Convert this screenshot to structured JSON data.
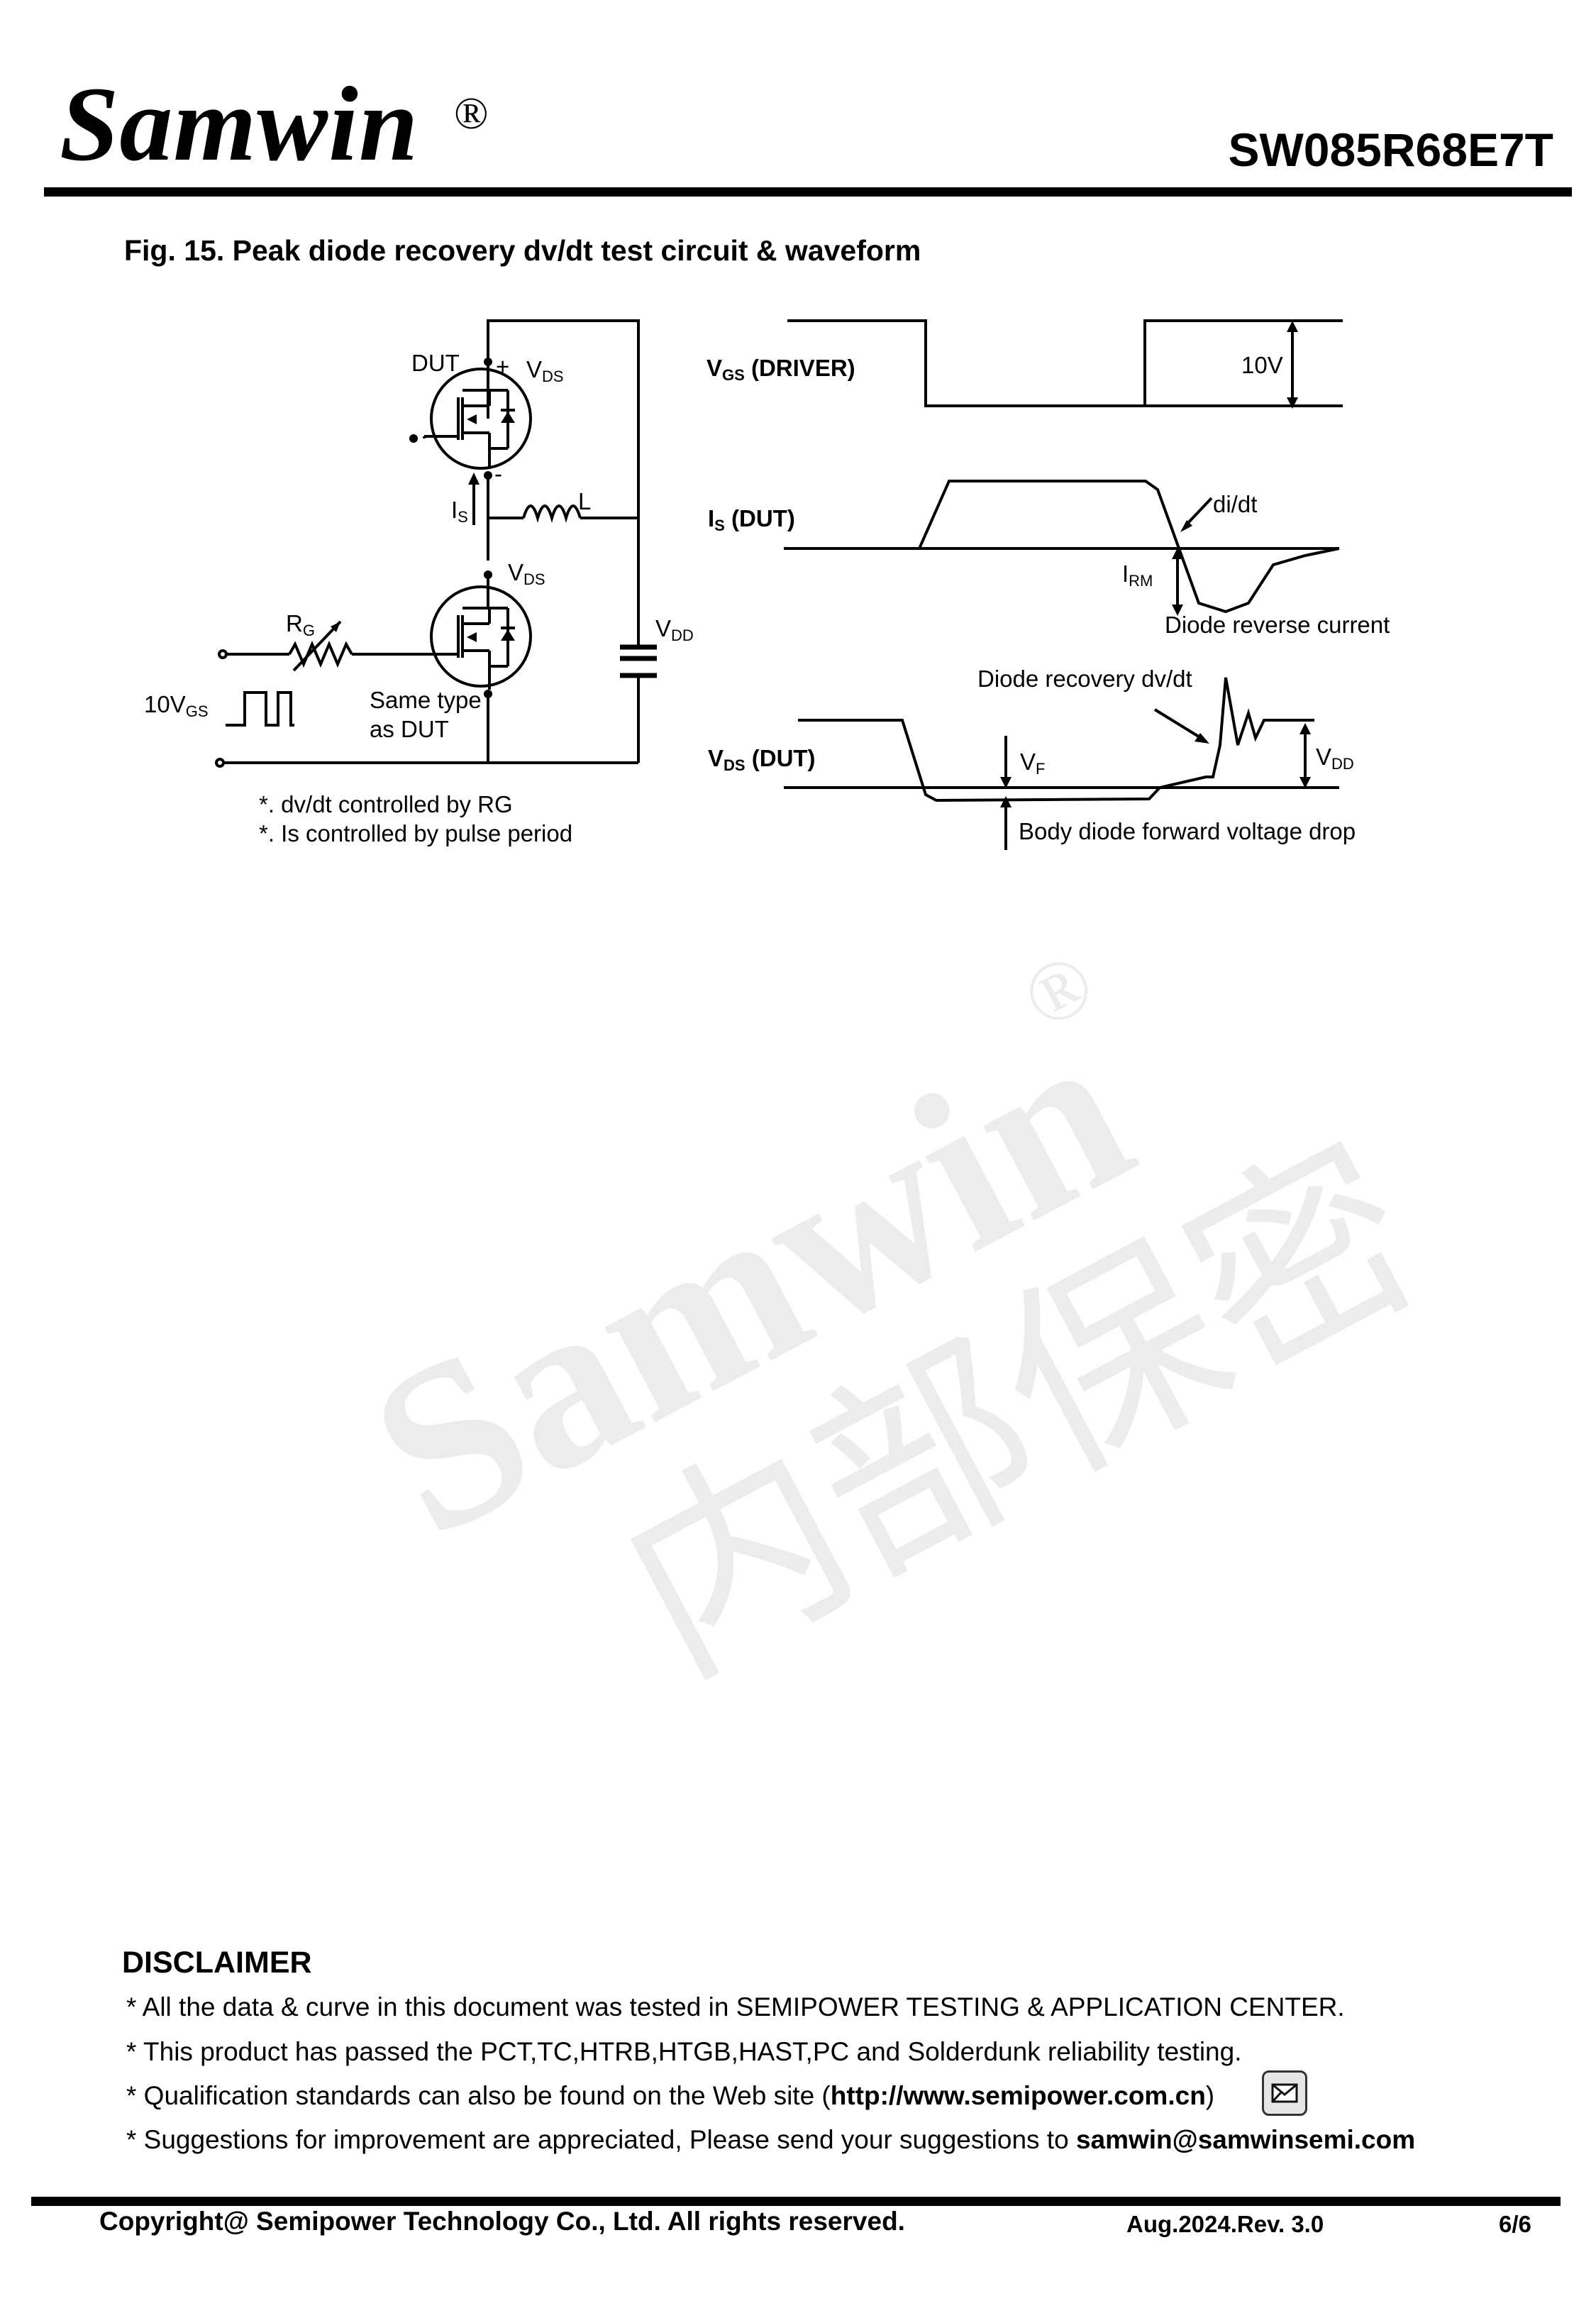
{
  "header": {
    "logo_text": "Samwin",
    "registered_mark": "®",
    "part_number": "SW085R68E7T"
  },
  "figure": {
    "title": "Fig. 15. Peak diode recovery dv/dt test circuit & waveform",
    "circuit": {
      "dut_label": "DUT",
      "plus": "+",
      "minus": "-",
      "vds": "V",
      "vds_sub": "DS",
      "is": "I",
      "is_sub": "S",
      "inductor": "L",
      "rg": "R",
      "rg_sub": "G",
      "vdd": "V",
      "vdd_sub": "DD",
      "pulse_label": "10V",
      "pulse_sub": "GS",
      "same_type_1": "Same type",
      "same_type_2": "as DUT",
      "note_1": "*. dv/dt controlled by RG",
      "note_2": "*. Is controlled by pulse period"
    },
    "waveform": {
      "vgs_main": "V",
      "vgs_sub": "GS",
      "vgs_rest": " (DRIVER)",
      "vgs_amplitude": "10V",
      "is_main": "I",
      "is_sub": "S",
      "is_rest": " (DUT)",
      "didt": "di/dt",
      "irm": "I",
      "irm_sub": "RM",
      "reverse_current": "Diode reverse current",
      "recovery_dvdt": "Diode recovery dv/dt",
      "vds_main": "V",
      "vds_sub": "DS",
      "vds_rest": " (DUT)",
      "vf": "V",
      "vf_sub": "F",
      "vdd": "V",
      "vdd_sub": "DD",
      "body_diode": "Body diode forward voltage drop"
    }
  },
  "watermark": {
    "brand": "Samwin",
    "registered_mark": "®",
    "chinese": "内部保密"
  },
  "disclaimer": {
    "title": "DISCLAIMER",
    "line1": "* All the data & curve in this document was tested in SEMIPOWER TESTING & APPLICATION CENTER.",
    "line2": "* This product has passed the PCT,TC,HTRB,HTGB,HAST,PC and Solderdunk reliability testing.",
    "line3_prefix": "* Qualification standards can also be found on the Web site (",
    "line3_url": "http://www.semipower.com.cn",
    "line3_suffix": ")",
    "line4_prefix": "* Suggestions for improvement are appreciated, Please send your suggestions to ",
    "line4_email": "samwin@samwinsemi.com",
    "mail_icon": "envelope-icon"
  },
  "footer": {
    "copyright": "Copyright@ Semipower Technology Co., Ltd. All rights reserved.",
    "revision": "Aug.2024.Rev. 3.0",
    "page": "6/6"
  }
}
